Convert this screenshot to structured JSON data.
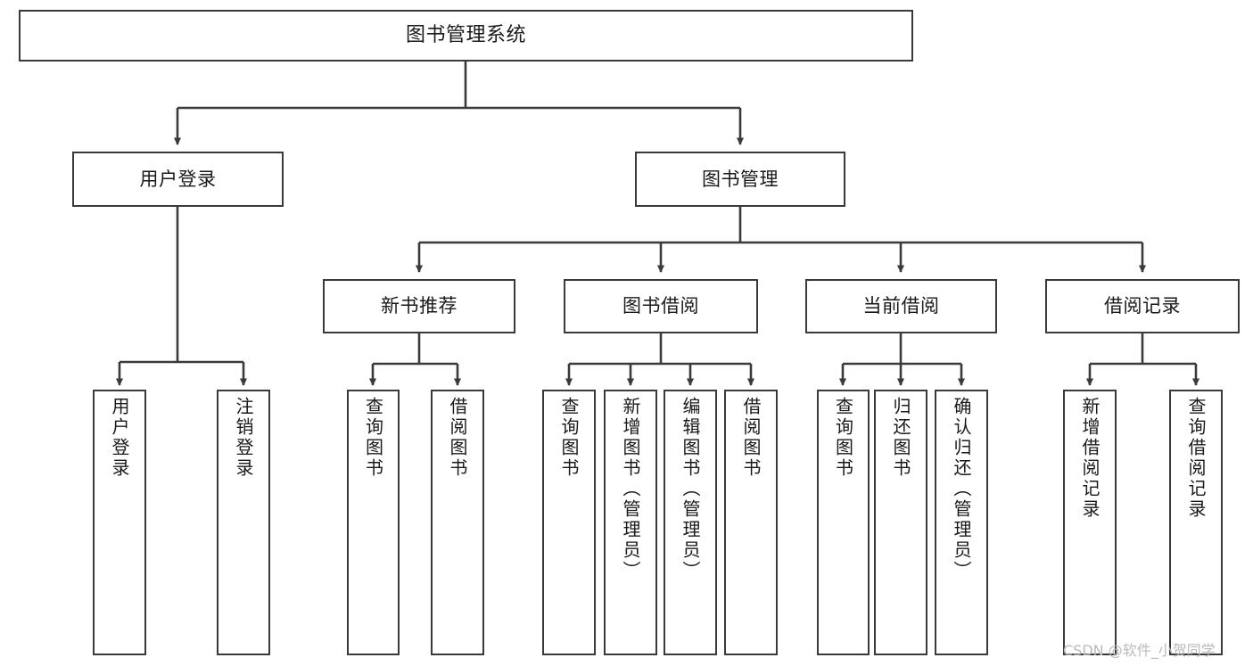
{
  "diagram": {
    "title": "图书管理系统",
    "watermark": "CSDN @软件_小贺同学",
    "type": "tree",
    "colors": {
      "box_border": "#3a3a3a",
      "box_fill": "#ffffff",
      "edge": "#3a3a3a",
      "text": "#1a1a1a",
      "watermark": "#b9b9b9",
      "background": "#ffffff"
    },
    "nodes": {
      "root": {
        "label": "图书管理系统",
        "orientation": "horizontal"
      },
      "level2": [
        {
          "label": "用户登录",
          "orientation": "horizontal"
        },
        {
          "label": "图书管理",
          "orientation": "horizontal"
        }
      ],
      "level3": [
        {
          "label": "新书推荐",
          "orientation": "horizontal"
        },
        {
          "label": "图书借阅",
          "orientation": "horizontal"
        },
        {
          "label": "当前借阅",
          "orientation": "horizontal"
        },
        {
          "label": "借阅记录",
          "orientation": "horizontal"
        }
      ],
      "leaves": {
        "user_login": [
          {
            "label": "用户登录",
            "orientation": "vertical"
          },
          {
            "label": "注销登录",
            "orientation": "vertical"
          }
        ],
        "new_book_recommend": [
          {
            "label": "查询图书",
            "orientation": "vertical"
          },
          {
            "label": "借阅图书",
            "orientation": "vertical"
          }
        ],
        "book_borrow": [
          {
            "label": "查询图书",
            "orientation": "vertical"
          },
          {
            "label": "新增图书（管理员）",
            "orientation": "vertical"
          },
          {
            "label": "编辑图书（管理员）",
            "orientation": "vertical"
          },
          {
            "label": "借阅图书",
            "orientation": "vertical"
          }
        ],
        "current_borrow": [
          {
            "label": "查询图书",
            "orientation": "vertical"
          },
          {
            "label": "归还图书",
            "orientation": "vertical"
          },
          {
            "label": "确认归还（管理员）",
            "orientation": "vertical"
          }
        ],
        "borrow_record": [
          {
            "label": "新增借阅记录",
            "orientation": "vertical"
          },
          {
            "label": "查询借阅记录",
            "orientation": "vertical"
          }
        ]
      }
    }
  }
}
